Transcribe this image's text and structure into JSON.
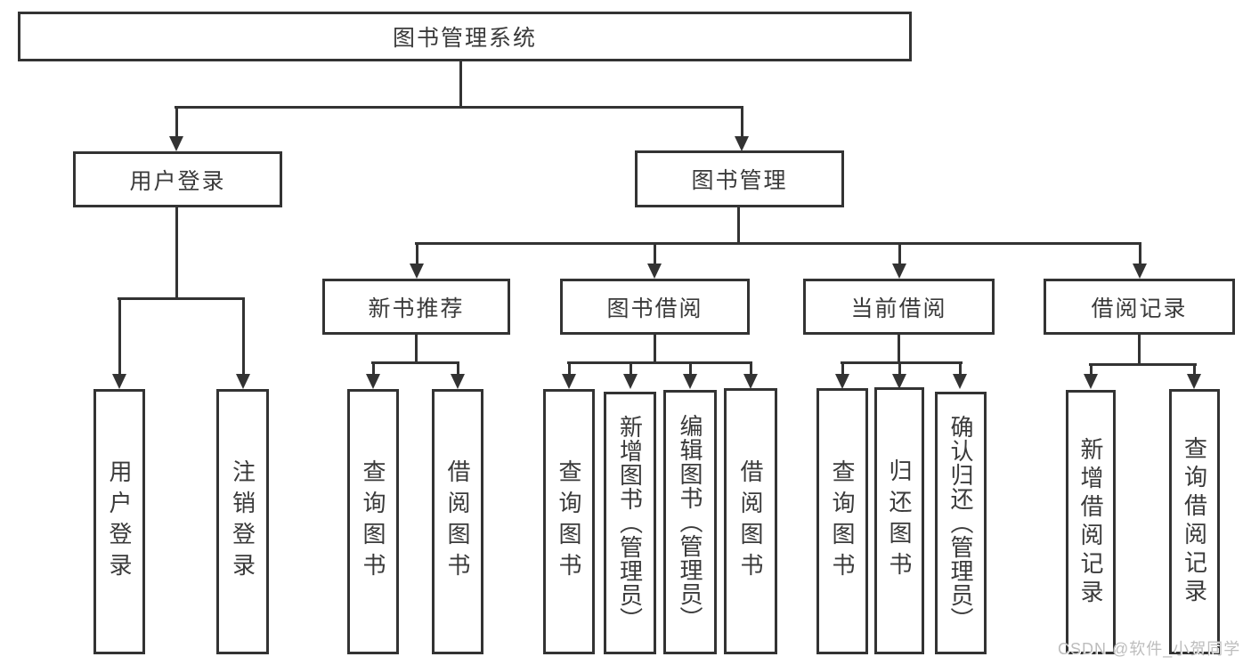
{
  "tree": {
    "label": "图书管理系统",
    "children": [
      {
        "label": "用户登录",
        "children": [
          {
            "label": "用户登录"
          },
          {
            "label": "注销登录"
          }
        ]
      },
      {
        "label": "图书管理",
        "children": [
          {
            "label": "新书推荐",
            "children": [
              {
                "label": "查询图书"
              },
              {
                "label": "借阅图书"
              }
            ]
          },
          {
            "label": "图书借阅",
            "children": [
              {
                "label": "查询图书"
              },
              {
                "label": "新增图书（管理员）"
              },
              {
                "label": "编辑图书（管理员）"
              },
              {
                "label": "借阅图书"
              }
            ]
          },
          {
            "label": "当前借阅",
            "children": [
              {
                "label": "查询图书"
              },
              {
                "label": "归还图书"
              },
              {
                "label": "确认归还（管理员）"
              }
            ]
          },
          {
            "label": "借阅记录",
            "children": [
              {
                "label": "新增借阅记录"
              },
              {
                "label": "查询借阅记录"
              }
            ]
          }
        ]
      }
    ]
  },
  "watermark": {
    "text": "CSDN @软件_小贺同学"
  },
  "colors": {
    "line": "#333333",
    "text": "#3a3a3a",
    "watermark": "#bdbdbd"
  }
}
